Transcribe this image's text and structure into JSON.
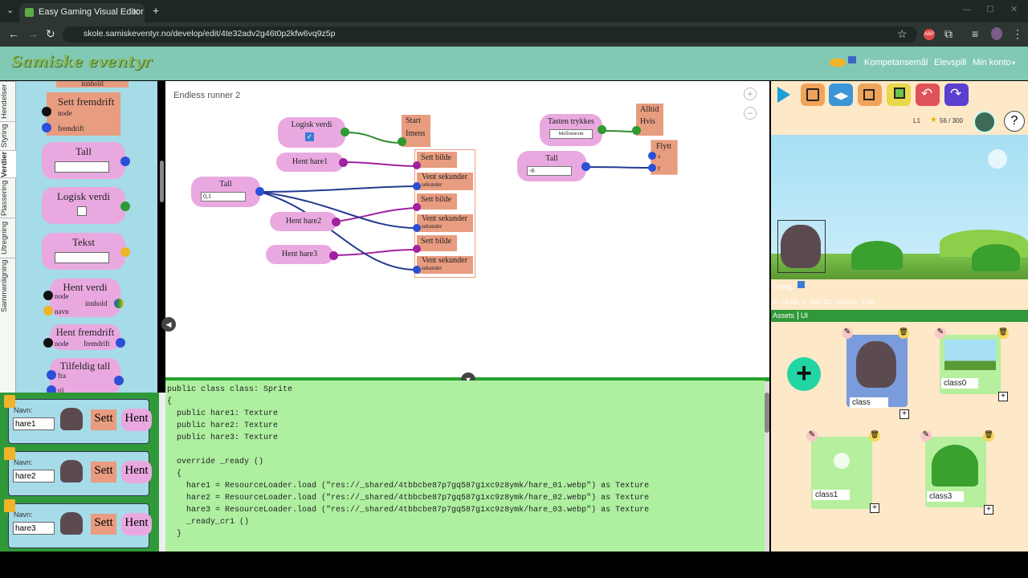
{
  "browser": {
    "tab_title": "Easy Gaming Visual Editor - Sa",
    "url": "skole.samiskeventyr.no/develop/edit/4te32adv2g46t0p2kfw6vq9z5p"
  },
  "header": {
    "logo": "Samiske eventyr",
    "links": [
      "Kompetansemål",
      "Elevspill",
      "Min konto"
    ]
  },
  "sidebar": {
    "tabs": [
      "Hendelser",
      "Styring",
      "Verdier",
      "Plassering",
      "Utregning",
      "Sammenligning"
    ],
    "active_tab": "Verdier",
    "blocks": {
      "top_partial": "innhold",
      "sett_fremdrift": {
        "title": "Sett fremdrift",
        "in1": "node",
        "in2": "fremdrift"
      },
      "tall": "Tall",
      "logisk_verdi": "Logisk verdi",
      "tekst": "Tekst",
      "hent_verdi": {
        "title": "Hent verdi",
        "in1": "node",
        "in2": "navn",
        "out": "innhold"
      },
      "hent_fremdrift": {
        "title": "Hent fremdrift",
        "in1": "node",
        "out": "fremdrift"
      },
      "tilfeldig_tall": {
        "title": "Tilfeldig tall",
        "in1": "fra",
        "in2": "til"
      }
    }
  },
  "sprites": [
    {
      "label": "Navn:",
      "name": "hare1",
      "sett": "Sett",
      "hent": "Hent"
    },
    {
      "label": "Navn:",
      "name": "hare2",
      "sett": "Sett",
      "hent": "Hent"
    },
    {
      "label": "Navn:",
      "name": "hare3",
      "sett": "Sett",
      "hent": "Hent"
    }
  ],
  "canvas": {
    "title": "Endless runner 2",
    "nodes": {
      "logisk_verdi": "Logisk verdi",
      "start": "Start",
      "imens": "Imens",
      "hent_hare1": "Hent hare1",
      "hent_hare2": "Hent hare2",
      "hent_hare3": "Hent hare3",
      "tall1": "Tall",
      "tall1_value": "0,1",
      "sett_bilde": "Sett bilde",
      "vent_sekunder": "Vent sekunder",
      "sekunder": "sekunder",
      "tasten_trykkes": "Tasten trykkes",
      "key": "Mellomrom",
      "alltid": "Alltid",
      "hvis": "Hvis",
      "flytt": "Flytt",
      "flytt_x": "x",
      "flytt_y": "y",
      "tall2": "Tall",
      "tall2_value": "-6"
    }
  },
  "code": {
    "lines": [
      "public class class: Sprite",
      "{",
      "  public hare1: Texture",
      "  public hare2: Texture",
      "  public hare3: Texture",
      "",
      "  override _ready ()",
      "  {",
      "    hare1 = ResourceLoader.load (\"res://_shared/4tbbcbe87p7gq587g1xc9z8ymk/hare_01.webp\") as Texture",
      "    hare2 = ResourceLoader.load (\"res://_shared/4tbbcbe87p7gq587g1xc9z8ymk/hare_02.webp\") as Texture",
      "    hare3 = ResourceLoader.load (\"res://_shared/4tbbcbe87p7gq587g1xc9z8ymk/hare_03.webp\") as Texture",
      "    _ready_cr1 ()",
      "  }"
    ]
  },
  "preview": {
    "level": "L1",
    "score": "56 / 300",
    "visible_label": "Synlig:",
    "coords": "X: 76.00, Y: 281.33, rotation: 0.00"
  },
  "assets": {
    "tabs": [
      "Assets",
      "UI"
    ],
    "items": [
      "class",
      "class0",
      "class1",
      "class3"
    ]
  },
  "colors": {
    "appbar": "#82c9b5",
    "block_pink": "#e9a9e0",
    "block_orange": "#e89c80",
    "code_bg": "#aef0a0"
  }
}
